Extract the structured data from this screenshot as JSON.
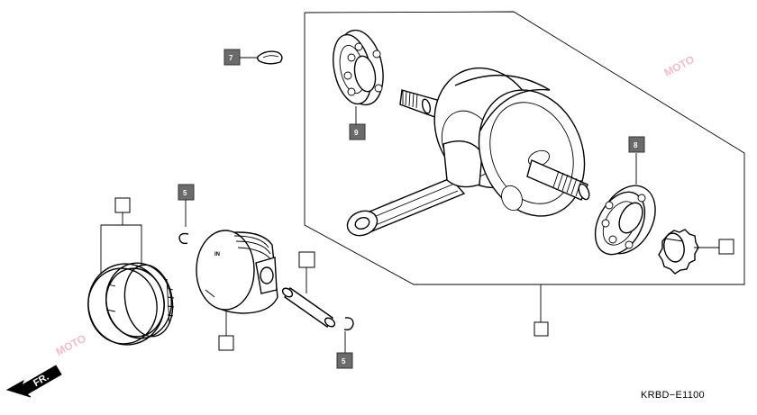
{
  "diagram": {
    "drawing_code": "KRBD−E1100",
    "direction_label": "FR.",
    "piston_mark": "IN",
    "watermark_text": "MOTO",
    "callouts": {
      "c7": "7",
      "c9": "9",
      "c8": "8",
      "c5_top": "5",
      "c5_bottom": "5"
    },
    "colors": {
      "line": "#000000",
      "callout_fill": "#6b6b6b",
      "watermark": "#e28a9a"
    }
  }
}
